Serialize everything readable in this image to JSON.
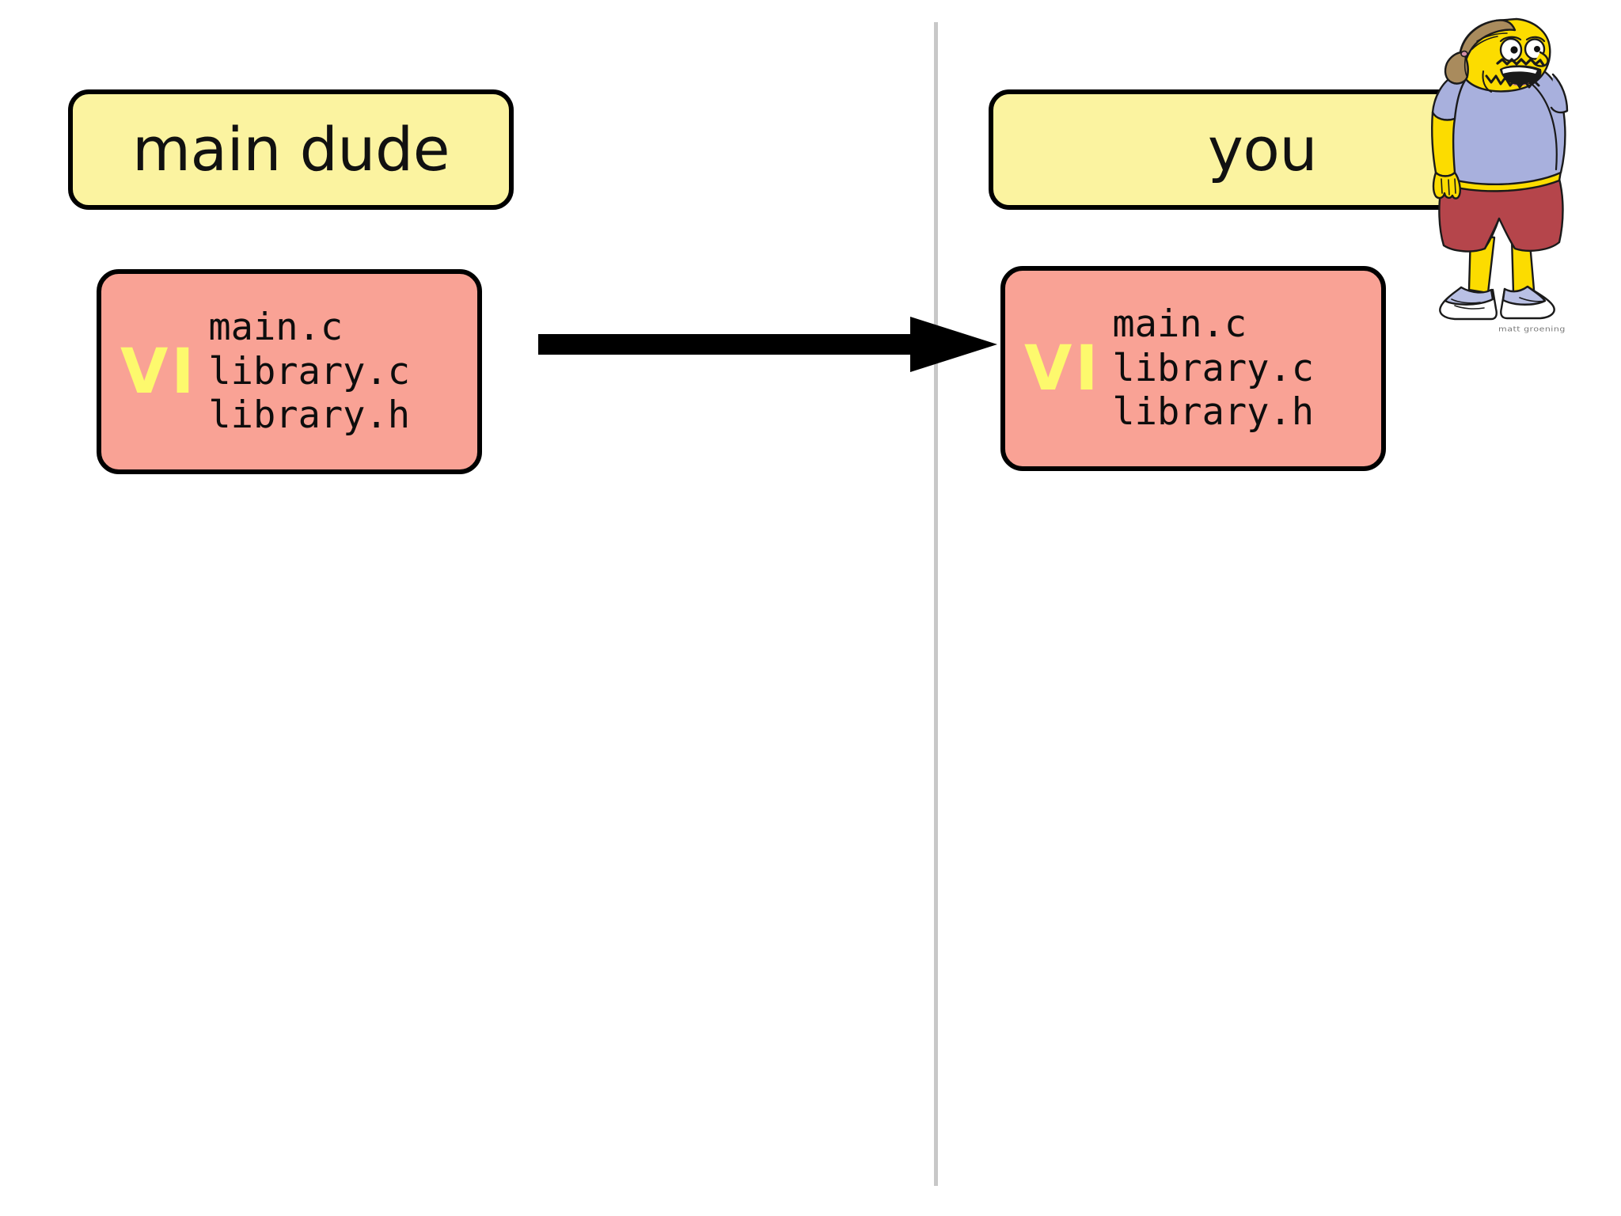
{
  "slide": {
    "background_color": "#ffffff",
    "divider_color": "#c8c8c8"
  },
  "panels": {
    "left": {
      "label": "main dude",
      "label_box_color": "#fbf3a0",
      "code_box_color": "#f9a295",
      "editor": "VI",
      "editor_color": "#fdf96d",
      "files": [
        "main.c",
        "library.c",
        "library.h"
      ]
    },
    "right": {
      "label": "you",
      "label_box_color": "#fbf3a0",
      "code_box_color": "#f9a295",
      "editor": "VI",
      "editor_color": "#fdf96d",
      "files": [
        "main.c",
        "library.c",
        "library.h"
      ]
    }
  },
  "arrow": {
    "direction": "right",
    "color": "#000000"
  },
  "character": {
    "name": "comic-book-guy",
    "signature": "matt groening",
    "colors": {
      "skin": "#fcdc00",
      "hair": "#a98b5d",
      "shirt": "#a8b0dd",
      "shorts": "#b5454b",
      "shoes": "#b9c0e4",
      "outline": "#1a1a1a"
    }
  }
}
